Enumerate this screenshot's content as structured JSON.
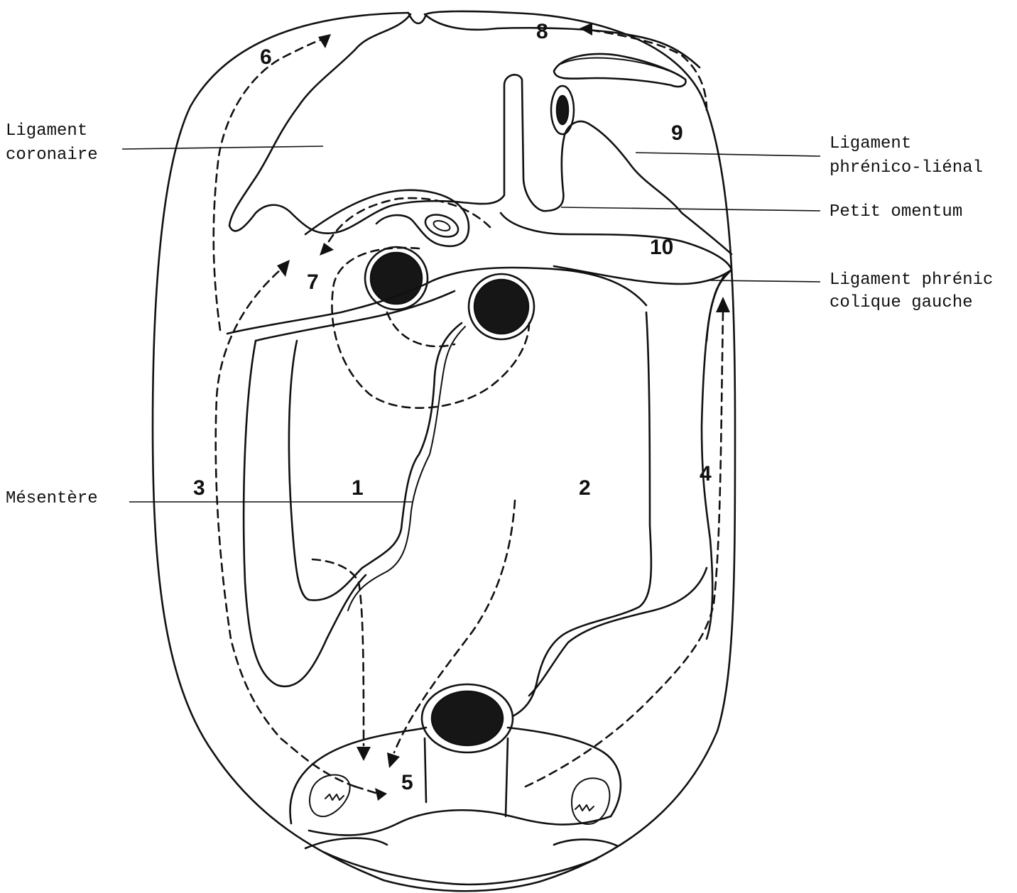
{
  "labels": {
    "ligament_coronaire": [
      "Ligament",
      "coronaire"
    ],
    "ligament_phrenico_lienal": [
      "Ligament",
      "phrénico-liénal"
    ],
    "petit_omentum": "Petit omentum",
    "ligament_phrenico_colique": [
      "Ligament phrénic",
      "colique gauche"
    ],
    "mesentere": "Mésentère"
  },
  "regions": {
    "r1": "1",
    "r2": "2",
    "r3": "3",
    "r4": "4",
    "r5": "5",
    "r6": "6",
    "r7": "7",
    "r8": "8",
    "r9": "9",
    "r10": "10"
  }
}
